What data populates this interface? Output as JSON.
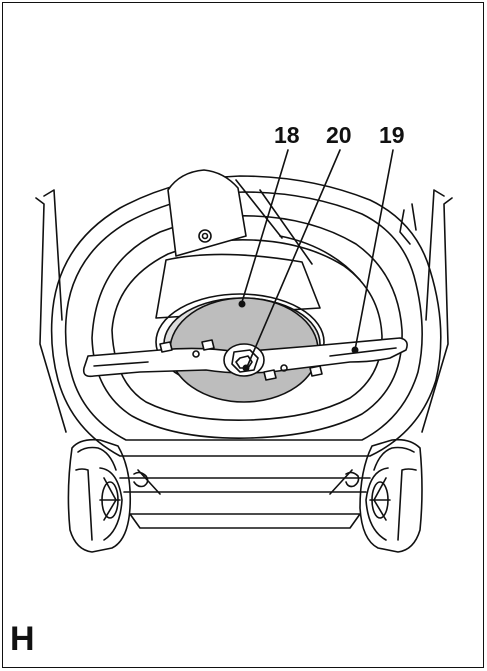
{
  "figure": {
    "letter": "H"
  },
  "callouts": [
    {
      "id": "18",
      "label": "18"
    },
    {
      "id": "20",
      "label": "20"
    },
    {
      "id": "19",
      "label": "19"
    }
  ]
}
